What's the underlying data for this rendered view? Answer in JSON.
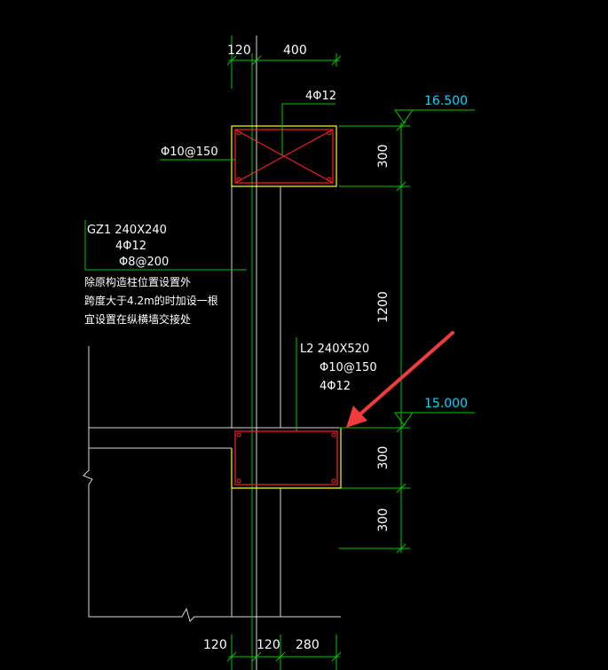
{
  "colors": {
    "background": "#000000",
    "dimension_line": "#00c800",
    "section_outline": "#ffff00",
    "rebar": "#ff2020",
    "wall_line": "#d8d8d8",
    "text": "#ffffff",
    "elevation_text": "#00d8ff",
    "arrow": "#f03c3c"
  },
  "dimensions": {
    "top_left": "120",
    "top_right": "400",
    "beam_top_height": "300",
    "span_height": "1200",
    "beam_bottom_height": "300",
    "below_height": "300",
    "bottom_left": "120",
    "bottom_mid": "120",
    "bottom_right": "280"
  },
  "elevations": {
    "top": "16.500",
    "bottom": "15.000"
  },
  "top_beam": {
    "rebar_label": "4Φ12",
    "stirrup_label": "Φ10@150"
  },
  "column_note": {
    "line1": "GZ1 240X240",
    "line2": "4Φ12",
    "line3": "Φ8@200",
    "line4": "除原构造柱位置设置外",
    "line5": "跨度大于4.2m的时加设一根",
    "line6": "宜设置在纵横墙交接处"
  },
  "beam_note": {
    "line1": "L2 240X520",
    "line2": "Φ10@150",
    "line3": "4Φ12"
  }
}
